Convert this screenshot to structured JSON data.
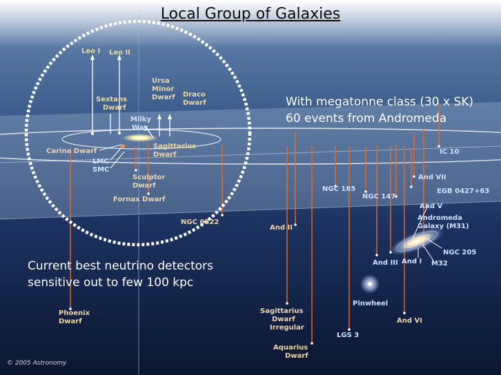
{
  "title": "Local Group of Galaxies",
  "captions": {
    "megatonne_line1": "With megatonne class (30 x SK)",
    "megatonne_line2": "60 events from Andromeda",
    "current_line1": "Current best neutrino detectors",
    "current_line2": "sensitive out to few 100 kpc"
  },
  "galaxies": {
    "leo_i": "Leo I",
    "leo_ii": "Leo II",
    "ursa_minor_1": "Ursa",
    "ursa_minor_2": "Minor",
    "ursa_minor_3": "Dwarf",
    "draco_1": "Draco",
    "draco_2": "Dwarf",
    "sextans_1": "Sextans",
    "sextans_2": "Dwarf",
    "milky_way_1": "Milky",
    "milky_way_2": "Way",
    "sagittarius_1": "Sagittarius",
    "sagittarius_2": "Dwarf",
    "carina": "Carina Dwarf",
    "lmc": "LMC",
    "smc": "SMC",
    "sculptor_1": "Sculptor",
    "sculptor_2": "Dwarf",
    "fornax": "Fornax Dwarf",
    "ngc6822": "NGC 6822",
    "phoenix_1": "Phoenix",
    "phoenix_2": "Dwarf",
    "and_ii": "And II",
    "ngc185": "NGC 185",
    "ngc147": "NGC 147",
    "ic10": "IC 10",
    "and_vii": "And VII",
    "egb": "EGB 0427+63",
    "and_v": "And V",
    "andromeda_1": "Andromeda",
    "andromeda_2": "Galaxy (M31)",
    "ngc205": "NGC 205",
    "m32": "M32",
    "and_iii": "And III",
    "and_i": "And I",
    "pinwheel": "Pinwheel",
    "sag_irr_1": "Sagittarius",
    "sag_irr_2": "Dwarf",
    "sag_irr_3": "Irregular",
    "lgs3": "LGS 3",
    "and_vi": "And VI",
    "aquarius_1": "Aquarius",
    "aquarius_2": "Dwarf"
  },
  "copyright": "© 2005 Astronomy",
  "colors": {
    "sky_top": "#5f7fa8",
    "sky_bottom": "#0b1630",
    "plane_band": "#a9c0de",
    "pointer_line": "#ef6a1e",
    "white_line": "#ffffff",
    "dashed_circle": "#ffffff",
    "label_gold": "#ecd6a6",
    "label_blue": "#cfe0ff"
  }
}
